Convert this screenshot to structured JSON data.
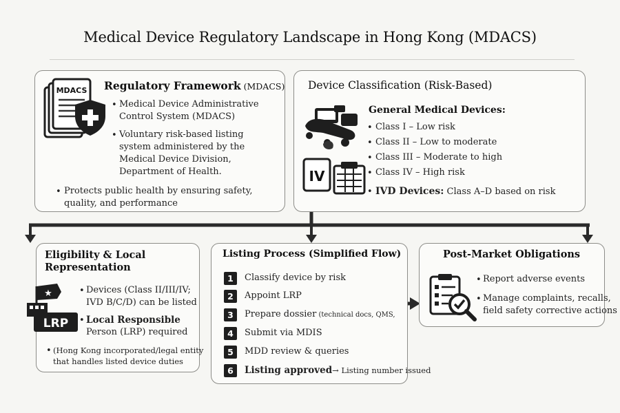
{
  "title": "Medical Device Regulatory Landscape in Hong Kong (MDACS)",
  "framework": {
    "title_bold": "Regulatory Framework",
    "title_suffix": " (MDACS)",
    "icon_label": "MDACS",
    "bullet1": [
      "Medical Device Administrative",
      "Control System (MDACS)"
    ],
    "bullet2": [
      "Voluntary risk-based listing",
      "system administered by the",
      "Medical Device Division,",
      "Department of Health."
    ],
    "bullet3": [
      "Protects public health by ensuring safety,",
      "quality, and performance"
    ]
  },
  "classification": {
    "title": "Device Classification (Risk-Based)",
    "general_heading": "General Medical Devices:",
    "classes": [
      "Class I – Low risk",
      "Class II – Low to moderate",
      "Class III – Moderate to high",
      "Class IV – High risk"
    ],
    "ivd_bold": "IVD Devices:",
    "ivd_rest": " Class A–D based on risk",
    "ivd_icon_label": "IV"
  },
  "eligibility": {
    "title": [
      "Eligibility & Local",
      "Representation"
    ],
    "icon_label": "LRP",
    "bullet1": [
      "Devices (Class II/III/IV;",
      "IVD B/C/D) can be listed"
    ],
    "bullet2_bold": "Local Responsible",
    "bullet2_rest": "Person (LRP) required",
    "note": [
      "(Hong Kong incorporated/legal entity",
      "that handles listed device duties"
    ]
  },
  "listing": {
    "title": "Listing Process (Simplified Flow)",
    "steps": [
      {
        "num": "1",
        "text": "Classify device by risk"
      },
      {
        "num": "2",
        "text": "Appoint LRP"
      },
      {
        "num": "3",
        "text": "Prepare dossier",
        "note": " (technical docs, QMS,"
      },
      {
        "num": "4",
        "text": "Submit via MDIS"
      },
      {
        "num": "5",
        "text": "MDD review & queries"
      },
      {
        "num": "6",
        "text": "Listing approved",
        "note": "→ Listing number issued"
      }
    ]
  },
  "post_market": {
    "title": "Post-Market Obligations",
    "bullet1": "Report adverse events",
    "bullet2": [
      "Manage complaints, recalls,",
      "field safety corrective actions"
    ]
  },
  "colors": {
    "ink": "#1b1b1b",
    "border": "#8c8c88",
    "panel": "#fbfbf9",
    "background": "#f6f6f3"
  },
  "icons": [
    "document-shield-icon",
    "medical-equipment-icon",
    "iv-bag-clipboard-icon",
    "building-flag-lrp-icon",
    "checklist-magnifier-icon"
  ]
}
